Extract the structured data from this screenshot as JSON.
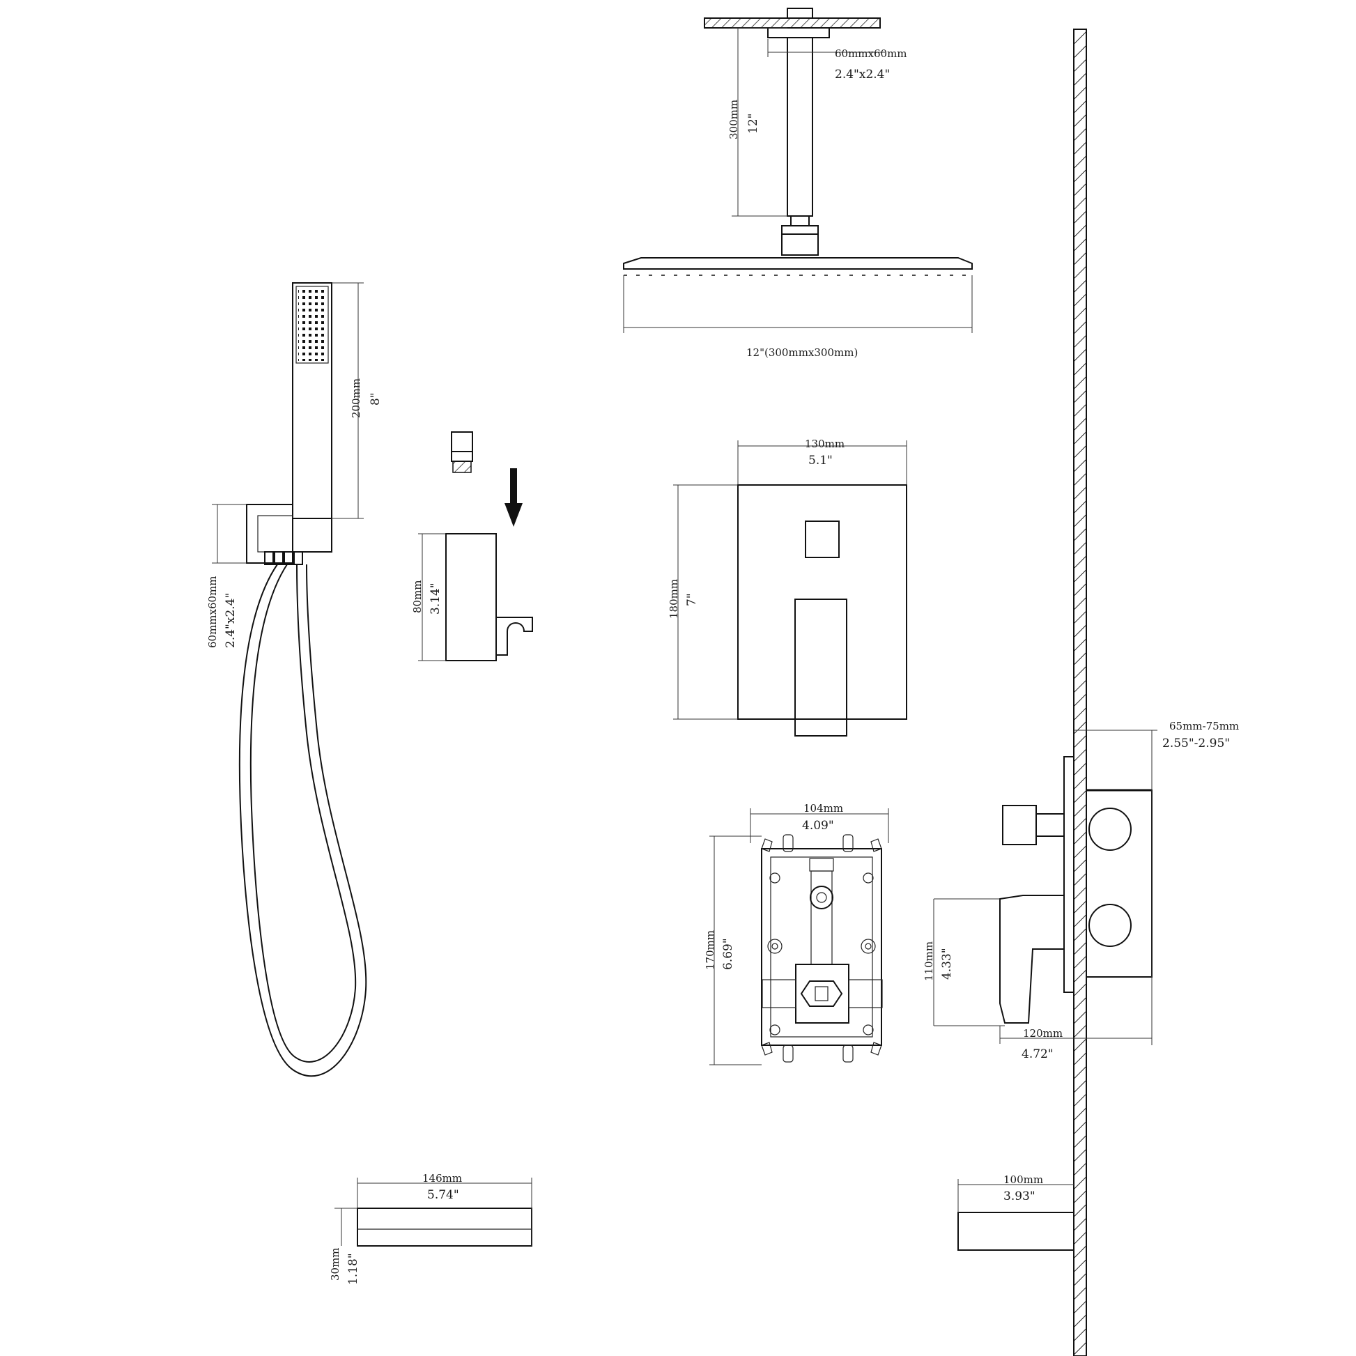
{
  "rain_head": {
    "arm_size_mm": "60mmx60mm",
    "arm_size_in": "2.4\"x2.4\"",
    "arm_length_mm": "300mm",
    "arm_length_in": "12\"",
    "head_size": "12\"(300mmx300mm)"
  },
  "hand_shower": {
    "length_mm": "200mm",
    "length_in": "8\"",
    "holder_size_mm": "60mmx60mm",
    "holder_size_in": "2.4\"x2.4\""
  },
  "holder": {
    "height_mm": "80mm",
    "height_in": "3.14\""
  },
  "trim_plate": {
    "width_mm": "130mm",
    "width_in": "5.1\"",
    "height_mm": "180mm",
    "height_in": "7\""
  },
  "valve_body": {
    "width_mm": "104mm",
    "width_in": "4.09\"",
    "height_mm": "170mm",
    "height_in": "6.69\""
  },
  "side_view": {
    "depth_mm": "65mm-75mm",
    "depth_in": "2.55\"-2.95\"",
    "handle_height_mm": "110mm",
    "handle_height_in": "4.33\"",
    "total_depth_mm": "120mm",
    "total_depth_in": "4.72\""
  },
  "tub_spout": {
    "width_mm": "146mm",
    "width_in": "5.74\"",
    "height_mm": "30mm",
    "height_in": "1.18\"",
    "projection_mm": "100mm",
    "projection_in": "3.93\""
  }
}
